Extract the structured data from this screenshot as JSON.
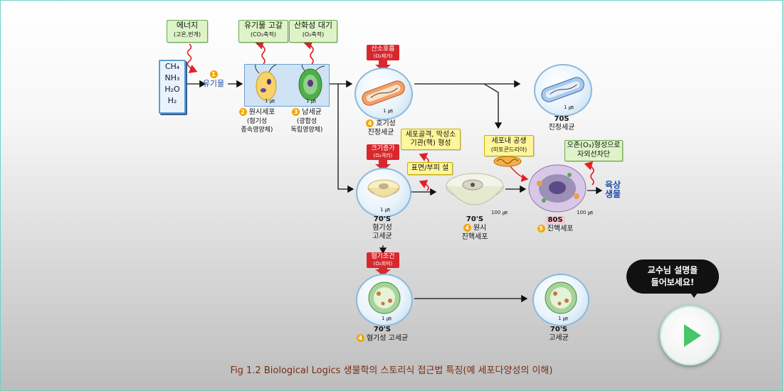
{
  "energy": {
    "title": "에너지",
    "sub": "(고온,번개)"
  },
  "organic_depletion": {
    "title": "유기물 고갈",
    "sub": "(CO₂축적)"
  },
  "oxidizing_atm": {
    "title": "산화성 대기",
    "sub": "(O₂축적)"
  },
  "chemicals": [
    "CH₄",
    "NH₃",
    "H₂O",
    "H₂"
  ],
  "step1": {
    "num": "1",
    "label": "유기물"
  },
  "primitive_cell": {
    "num": "2",
    "name": "원시세포",
    "sub1": "(혐기성",
    "sub2": "종속영양체)"
  },
  "cyanobacteria": {
    "num": "3",
    "name": "남세균",
    "sub1": "(광합성",
    "sub2": "독립영양체)"
  },
  "scale_1um": "1 ㎛",
  "scale_100um": "100 ㎛",
  "aerobic_resp": {
    "title": "산소호흡",
    "sub": "(O₂제거)"
  },
  "aerobic_bacteria": {
    "num": "4",
    "name": "호기성",
    "sub": "진정세균"
  },
  "eubacteria_70s": {
    "s": "70S",
    "name": "진정세균"
  },
  "size_increase": {
    "title": "크기증가",
    "sub": "(O₂격리)"
  },
  "anaerobic_archaea": {
    "s": "70'S",
    "l1": "혐기성",
    "l2": "고세균"
  },
  "organelle": {
    "l1": "세포골격, 막성소",
    "l2": "기관(핵) 형성"
  },
  "surface_fold": "표면/부피 설",
  "endosymbiosis": {
    "l1": "세포내 공생",
    "l2": "(미토콘드리아)"
  },
  "primitive_euk": {
    "s": "70'S",
    "num": "4",
    "l1": "원시",
    "l2": "진핵세포"
  },
  "ozone": {
    "l1": "오존(O₃)형성으로",
    "l2": "자외선차단"
  },
  "eukaryote": {
    "s": "80S",
    "num": "5",
    "name": "진핵세포"
  },
  "land_life": {
    "l1": "육상",
    "l2": "생물"
  },
  "anaerobic_cond": {
    "title": "혐기조건",
    "sub": "(O₂회피)"
  },
  "anaerobic_archaea2": {
    "s": "70'S",
    "num": "4",
    "name": "혐기성 고세균"
  },
  "archaea_final": {
    "s": "70'S",
    "name": "고세균"
  },
  "bubble": {
    "l1": "교수님 설명을",
    "l2": "들어보세요!"
  },
  "caption": "Fig 1.2 Biological Logics 생물학의 스토리식 접근법 특징(예 세포다양성의 이해)",
  "colors": {
    "accent": "#6fd2c4",
    "arrow": "#111111",
    "red_wave": "#e0202a",
    "label_blue": "#1f4fa8"
  }
}
